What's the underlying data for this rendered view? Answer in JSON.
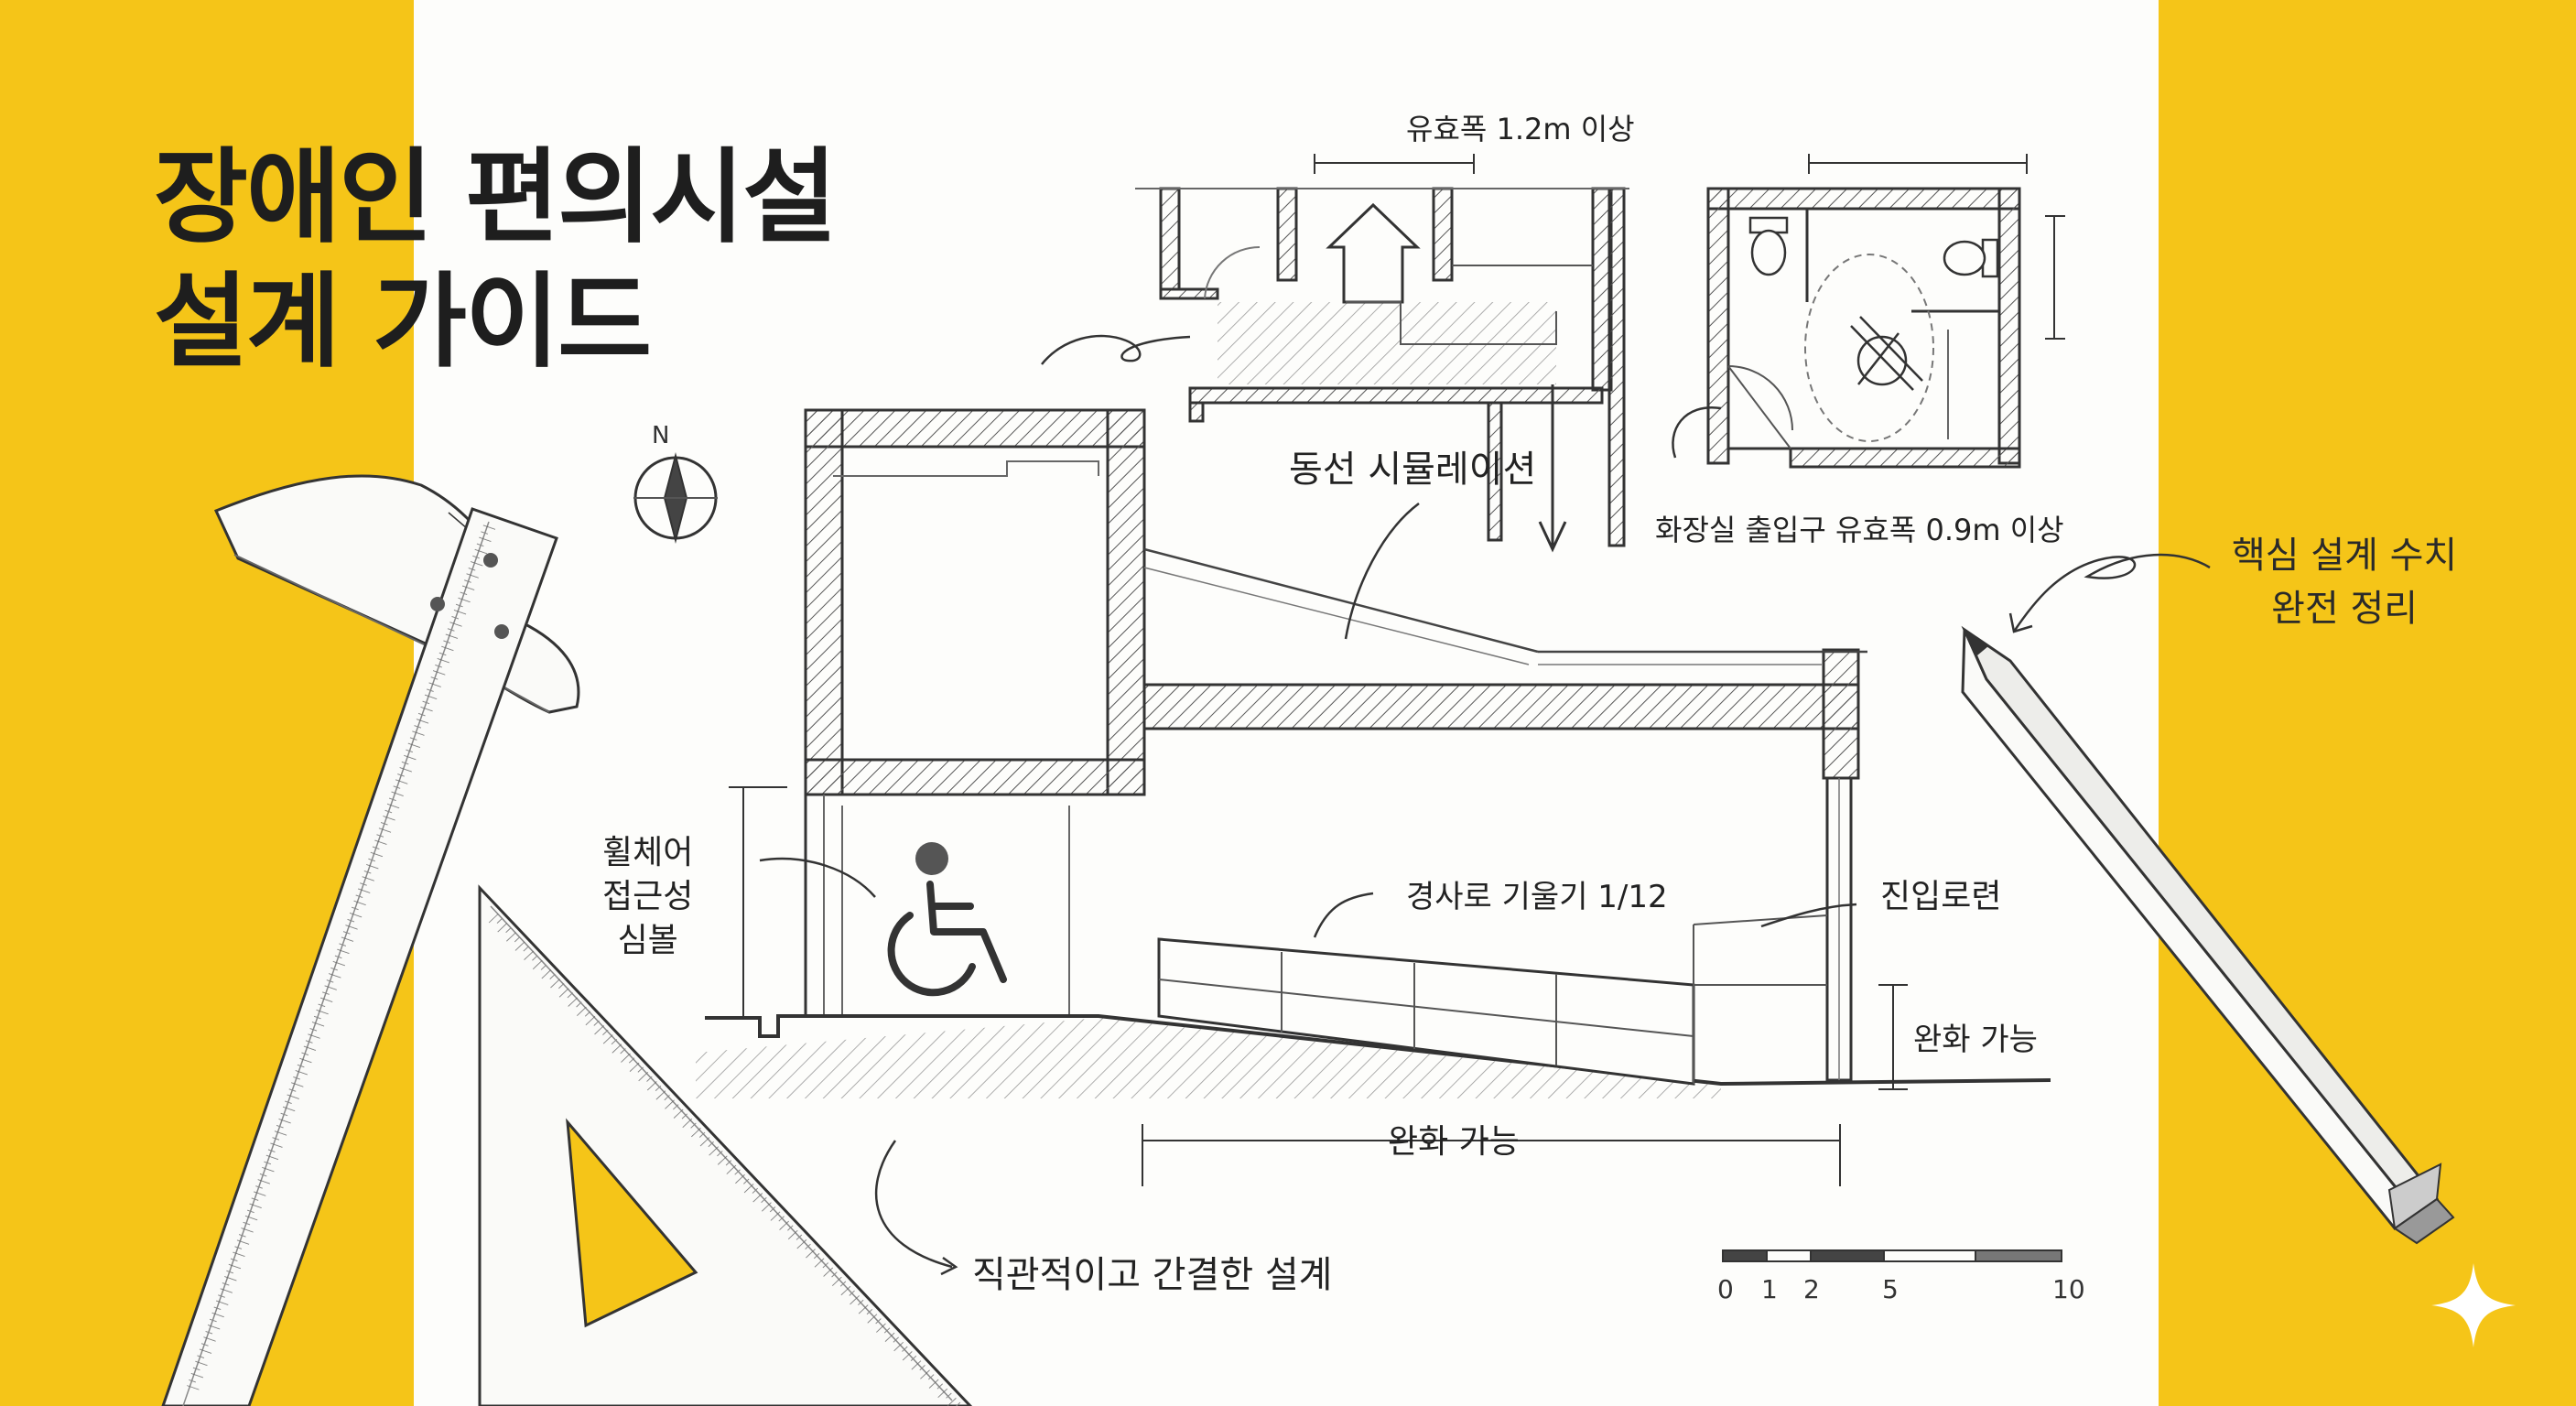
{
  "title": {
    "line1": "장애인 편의시설",
    "line2": "설계 가이드"
  },
  "labels": {
    "corridor_width": "유효폭 1.2m 이상",
    "circulation": "동선 시뮬레이션",
    "toilet_door": "화장실 출입구 유효폭 0.9m 이상",
    "key_figures_1": "핵심 설계 수치",
    "key_figures_2": "완전 정리",
    "wheelchair_1": "휠체어",
    "wheelchair_2": "접근성",
    "wheelchair_3": "심볼",
    "ramp_slope": "경사로 기울기 1/12",
    "level_change": "진입로련",
    "relief_vertical": "완화 가능",
    "relief_horizontal": "완화 가능",
    "intuitive": "직관적이고 간결한 설계",
    "north": "N"
  },
  "scale_bar": {
    "ticks": [
      "0",
      "1",
      "2",
      "5",
      "10"
    ]
  },
  "colors": {
    "background": "#F5C518",
    "paper": "#FDFDFB",
    "ink": "#2A2A2A",
    "title": "#1E1E1E"
  },
  "icons": [
    "wheelchair-icon",
    "compass-icon",
    "pencil-icon",
    "t-square-ruler-icon",
    "set-square-triangle-icon",
    "sparkle-icon",
    "toilet-icon"
  ]
}
